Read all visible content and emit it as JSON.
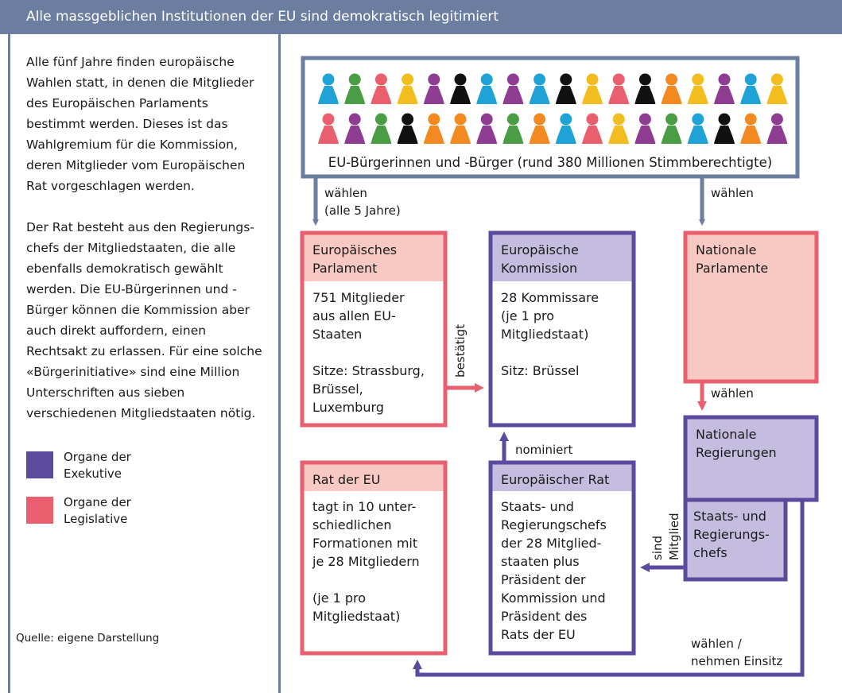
{
  "header": {
    "title": "Alle massgeblichen Institutionen der EU sind demokratisch legitimiert"
  },
  "intro": {
    "paragraph1": "Alle fünf Jahre finden europäische Wahlen statt, in denen die Mitglieder des Europäischen Parlaments bestimmt werden. Dieses ist das Wahlgremium für die Kommission, deren Mitglieder vom Europäischen Rat vorgeschlagen werden.",
    "paragraph2": "Der Rat besteht aus den Regierungs­chefs der Mitgliedstaaten, die alle ebenfalls demokratisch gewählt werden. Die EU-Bürgerinnen und -Bürger können die Kommission aber auch direkt auffordern, einen Rechtsakt zu erlassen. Für eine solche «Bürgerinitiative» sind eine Million Unterschriften aus sieben verschiedenen Mitgliedstaaten nötig."
  },
  "legend": [
    {
      "label": "Organe der Exekutive",
      "color": "#5b4a9e"
    },
    {
      "label": "Organe der Legislative",
      "color": "#e95f6d"
    }
  ],
  "source": "Quelle: eigene Darstellung",
  "colors": {
    "header": "#6b7ea0",
    "executive": "#5b4a9e",
    "executive_fill": "#c5bde0",
    "legislative": "#e95f6d",
    "legislative_fill": "#f7c9c2",
    "citizens_border": "#6b7ea0"
  },
  "citizens": {
    "caption": "EU-Bürgerinnen und -Bürger (rund 380 Millionen Stimmberechtigte)",
    "row1_colors": [
      "#1fa3d6",
      "#4a9d45",
      "#e95f6d",
      "#f2be1f",
      "#8e3d92",
      "#111111",
      "#1fa3d6",
      "#8e3d92",
      "#1fa3d6",
      "#111111",
      "#f2be1f",
      "#e95f6d",
      "#111111",
      "#f28a21",
      "#f2be1f",
      "#8e3d92",
      "#1fa3d6",
      "#f2be1f"
    ],
    "row2_colors": [
      "#e95f6d",
      "#8e3d92",
      "#4a9d45",
      "#111111",
      "#f28a21",
      "#f28a21",
      "#8e3d92",
      "#4a9d45",
      "#f28a21",
      "#1fa3d6",
      "#e95f6d",
      "#f2be1f",
      "#8e3d92",
      "#4a9d45",
      "#1fa3d6",
      "#111111",
      "#f28a21",
      "#8e3d92"
    ]
  },
  "boxes": {
    "parlament": {
      "title": [
        "Europäisches",
        "Parlament"
      ],
      "body": [
        "751 Mitglieder",
        "aus allen EU-",
        "Staaten",
        "",
        "Sitze: Strassburg,",
        "Brüssel,",
        "Luxemburg"
      ]
    },
    "kommission": {
      "title": [
        "Europäische",
        "Kommission"
      ],
      "body": [
        "28 Kommissare",
        "(je 1 pro",
        "Mitgliedstaat)",
        "",
        "Sitz: Brüssel"
      ]
    },
    "nat_parlamente": {
      "title": [
        "Nationale",
        "Parlamente"
      ]
    },
    "nat_regierungen": {
      "title": [
        "Nationale",
        "Regierungen"
      ]
    },
    "staats_chefs": {
      "title": [
        "Staats- und",
        "Regierungs-",
        "chefs"
      ]
    },
    "rat_eu": {
      "title": [
        "Rat der EU"
      ],
      "body": [
        "tagt in 10 unter-",
        "schiedlichen",
        "Formationen mit",
        "je 28 Mitgliedern",
        "",
        "(je 1 pro",
        "Mitgliedstaat)"
      ]
    },
    "eur_rat": {
      "title": [
        "Europäischer Rat"
      ],
      "body": [
        "Staats- und",
        "Regierungschefs",
        "der 28 Mitglied-",
        "staaten plus",
        "Präsident der",
        "Kommission und",
        "Präsident des",
        "Rats der EU"
      ]
    }
  },
  "edges": {
    "waehlen_left": [
      "wählen",
      "(alle 5 Jahre)"
    ],
    "waehlen_right": [
      "wählen"
    ],
    "waehlen_nat": [
      "wählen"
    ],
    "bestaetigt": [
      "bestätigt"
    ],
    "nominiert": [
      "nominiert"
    ],
    "sind_mitglied": [
      "sind",
      "Mitglied"
    ],
    "waehlen_einsitz": [
      "wählen /",
      "nehmen Einsitz"
    ]
  }
}
